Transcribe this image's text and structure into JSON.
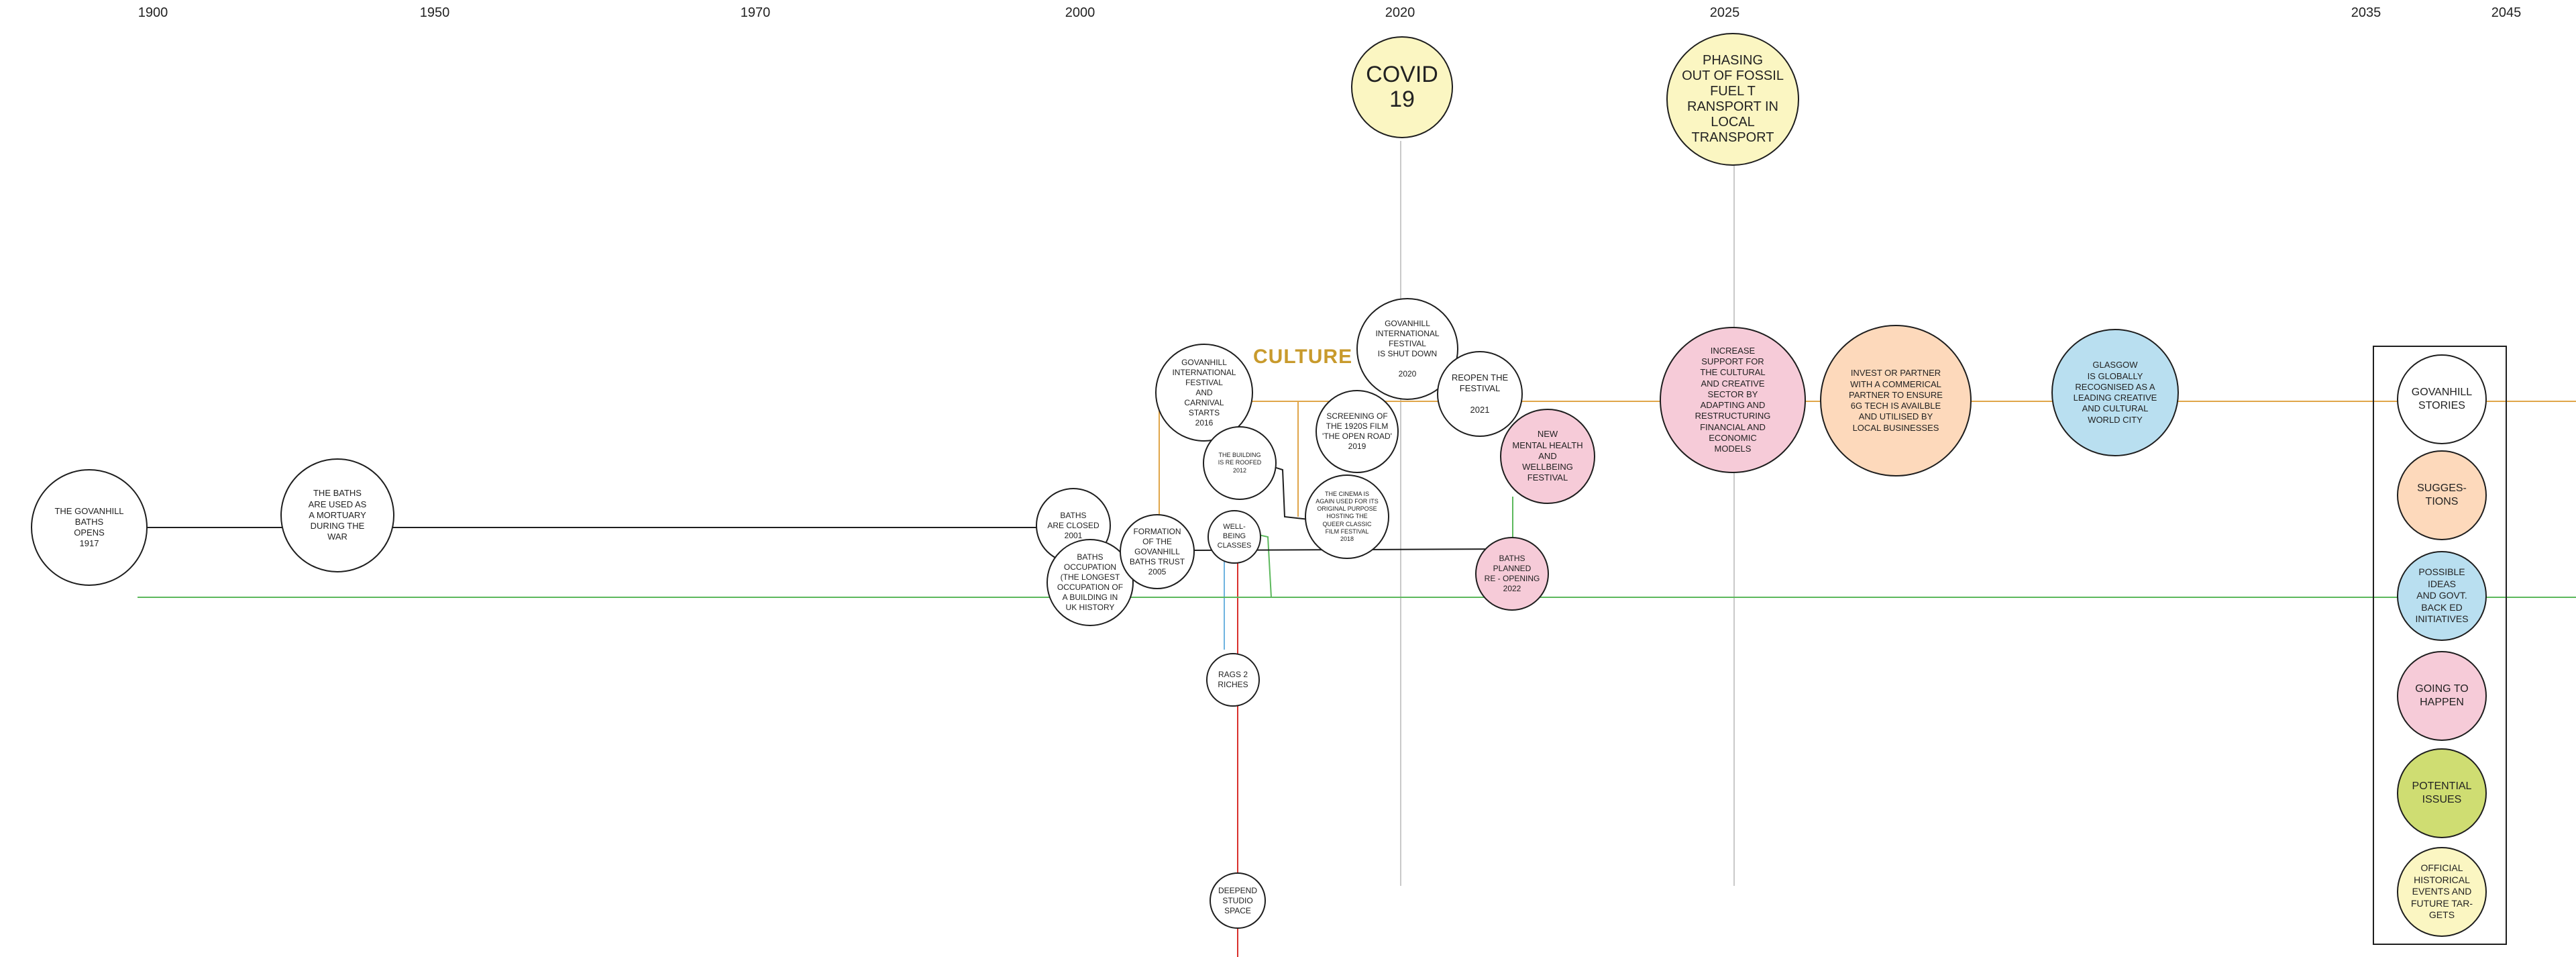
{
  "timeline": {
    "years": [
      "1900",
      "1950",
      "1970",
      "2000",
      "2020",
      "2025",
      "2035",
      "2045"
    ],
    "section_label": "CULTURE"
  },
  "events": {
    "baths_open": "THE GOVANHILL\nBATHS\nOPENS\n1917",
    "mortuary": "THE BATHS\nARE USED AS\nA MORTUARY\nDURING THE\nWAR",
    "closed": "BATHS\nARE CLOSED\n2001",
    "occupation": "BATHS\nOCCUPATION\n(THE LONGEST\nOCCUPATION OF\nA BUILDING IN\nUK HISTORY",
    "trust": "FORMATION\nOF THE\nGOVANHILL\nBATHS TRUST\n2005",
    "festival_starts": "GOVANHILL\nINTERNATIONAL\nFESTIVAL\nAND\nCARNIVAL\nSTARTS\n2016",
    "reroofed": "THE BUILDING\nIS RE ROOFED\n2012",
    "wellbeing": "WELL-\nBEING\nCLASSES",
    "rags": "RAGS 2\nRICHES",
    "deepend": "DEEPEND\nSTUDIO\nSPACE",
    "film_screening": "SCREENING OF\nTHE 1920S FILM\n'THE OPEN ROAD'\n2019",
    "cinema": "THE CINEMA IS\nAGAIN USED FOR ITS\nORIGINAL PURPOSE\nHOSTING THE\nQUEER CLASSIC\nFILM FESTIVAL\n2018",
    "festival_shut": "GOVANHILL\nINTERNATIONAL\nFESTIVAL\nIS SHUT DOWN\n\n2020",
    "reopen_festival": "REOPEN THE\nFESTIVAL\n\n2021",
    "mental_health": "NEW\nMENTAL HEALTH\nAND\nWELLBEING\nFESTIVAL",
    "baths_reopening": "BATHS\nPLANNED\nRE - OPENING\n2022",
    "covid": "COVID\n19",
    "fossil": "PHASING\nOUT OF FOSSIL\nFUEL T\nRANSPORT IN\nLOCAL\nTRANSPORT",
    "increase_support": "INCREASE\nSUPPORT FOR\nTHE CULTURAL\nAND CREATIVE\nSECTOR BY\nADAPTING AND\nRESTRUCTURING\nFINANCIAL AND\nECONOMIC\nMODELS",
    "invest_6g": "INVEST OR PARTNER\nWITH A COMMERICAL\nPARTNER  TO ENSURE\n6G  TECH IS AVAILBLE\nAND UTILISED BY\nLOCAL BUSINESSES",
    "glasgow": "GLASGOW\nIS GLOBALLY\nRECOGNISED AS A\nLEADING CREATIVE\nAND CULTURAL\nWORLD CITY"
  },
  "legend": {
    "stories": "GOVANHILL\nSTORIES",
    "suggestions": "SUGGES-\nTIONS",
    "possible": "POSSIBLE\nIDEAS\nAND GOVT.\nBACK ED\nINITIATIVES",
    "going": "GOING TO\nHAPPEN",
    "issues": "POTENTIAL\nISSUES",
    "official": "OFFICIAL\nHISTORICAL\nEVENTS AND\nFUTURE TAR-\nGETS"
  },
  "colors": {
    "orange_line": "#e0a64a",
    "green_line": "#5cb85c",
    "red_line": "#d9302c",
    "blue_line": "#6fb3e0",
    "grey_line": "#c9c9c9",
    "culture_label": "#c89a2c",
    "yellow": "#fbf6c2",
    "pink": "#f6cbd8",
    "peach": "#fdd9bb",
    "blue": "#b9dff0",
    "green": "#cfdd72"
  }
}
